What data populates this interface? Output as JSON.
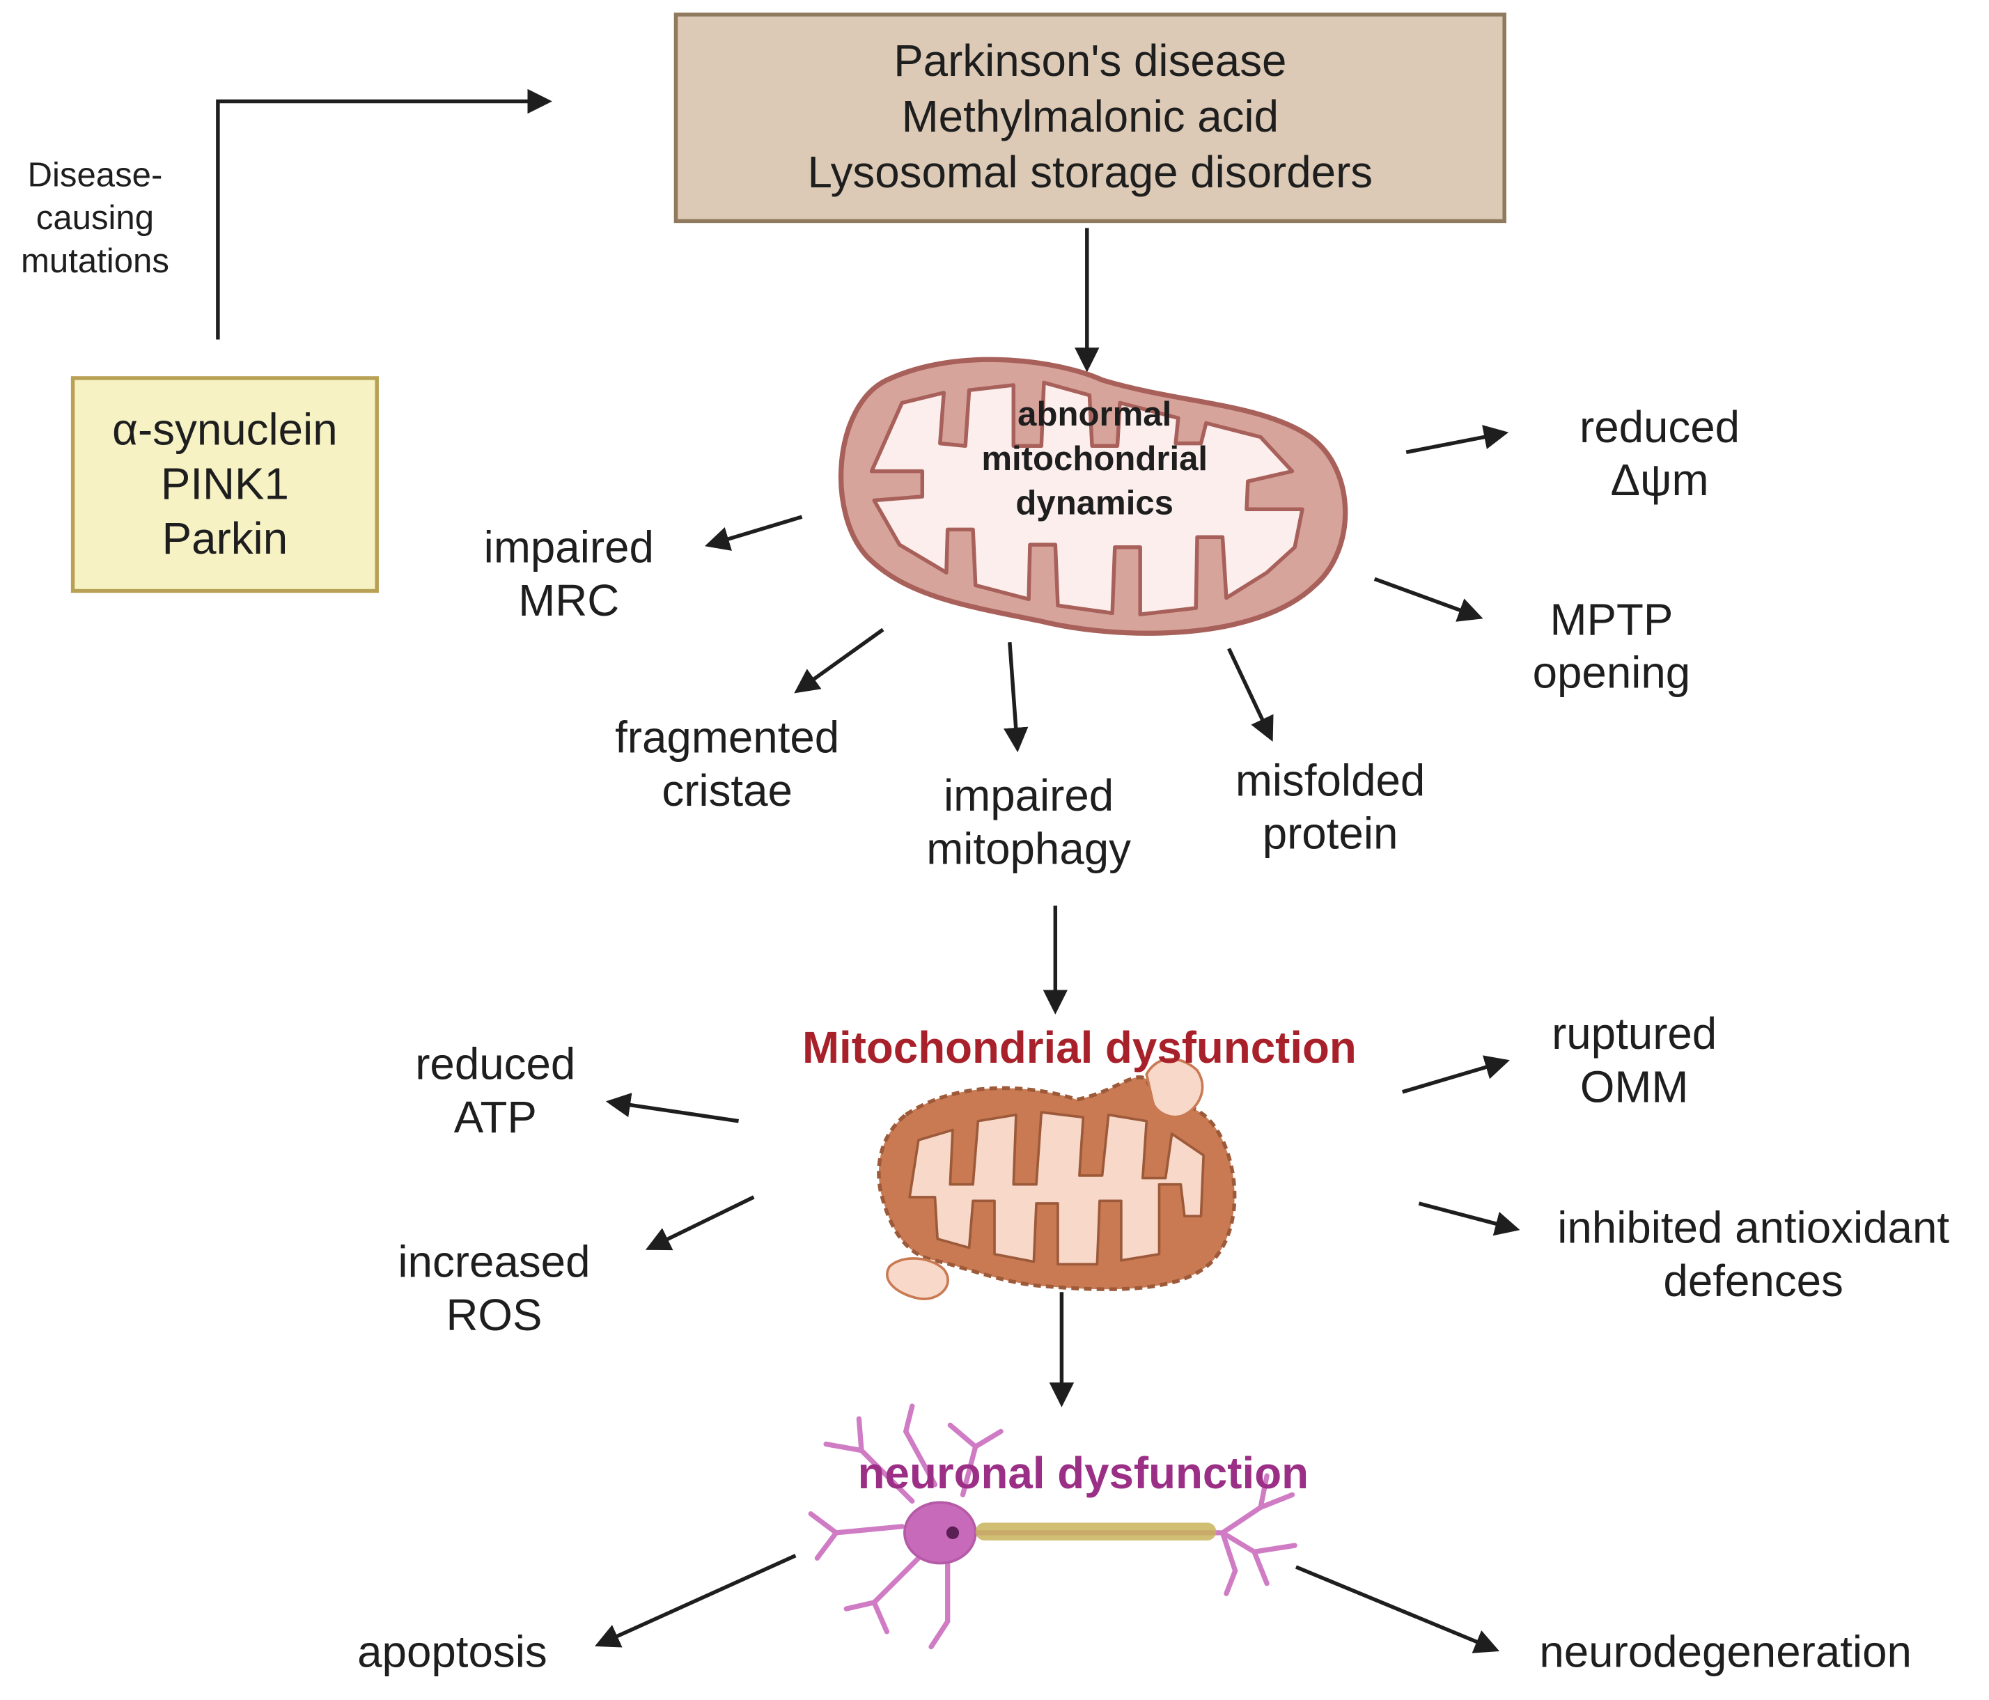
{
  "diseases_box": {
    "lines": [
      "Parkinson's disease",
      "Methylmalonic acid",
      "Lysosomal storage disorders"
    ]
  },
  "genes_box": {
    "lines": [
      "α-synuclein",
      "PINK1",
      "Parkin"
    ]
  },
  "mutation_label": {
    "lines": [
      "Disease-",
      "causing",
      "mutations"
    ]
  },
  "mito_center": {
    "lines": [
      "abnormal",
      "mitochondrial",
      "dynamics"
    ]
  },
  "effects_top": {
    "reduced_dpsi": [
      "reduced",
      "Δψm"
    ],
    "impaired_mrc": [
      "impaired",
      "MRC"
    ],
    "mptp_opening": [
      "MPTP",
      "opening"
    ],
    "fragmented_cristae": [
      "fragmented",
      "cristae"
    ],
    "impaired_mitophagy": [
      "impaired",
      "mitophagy"
    ],
    "misfolded_protein": [
      "misfolded",
      "protein"
    ]
  },
  "mito_dysfunction_title": "Mitochondrial dysfunction",
  "effects_mid": {
    "reduced_atp": [
      "reduced",
      "ATP"
    ],
    "ruptured_omm": [
      "ruptured",
      "OMM"
    ],
    "increased_ros": [
      "increased",
      "ROS"
    ],
    "inhibited_antioxidant": [
      "inhibited antioxidant",
      "defences"
    ]
  },
  "neuronal_dysfunction_title": "neuronal dysfunction",
  "outcomes": {
    "apoptosis": "apoptosis",
    "neurodegeneration": "neurodegeneration"
  },
  "colors": {
    "diseases_box_fill": "#dccab6",
    "genes_box_fill": "#f6f2c4",
    "mito_outer": "#c89088",
    "mito_inner": "#fbeeec",
    "dysfunction_title": "#a8212a",
    "dysfunction_mito": "#c97a52",
    "dysfunction_mito_fill": "#f8d8c8",
    "neuron": "#d07cc5",
    "neuron_title": "#9b2f86",
    "myelin": "#c8b35a"
  }
}
